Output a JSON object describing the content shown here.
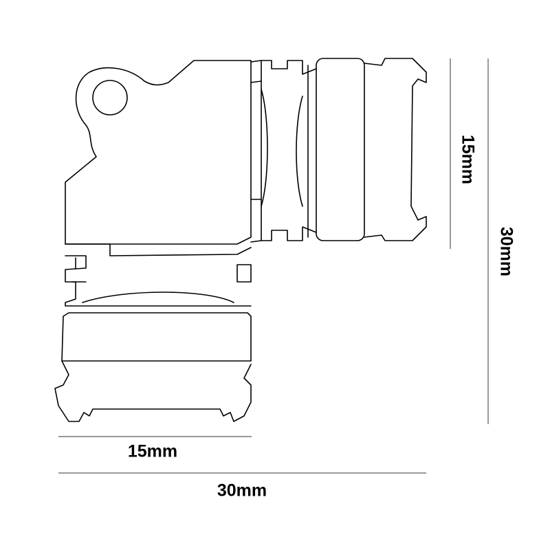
{
  "dimensions": {
    "right_inner": "15mm",
    "right_outer": "30mm",
    "bottom_inner": "15mm",
    "bottom_outer": "30mm"
  }
}
